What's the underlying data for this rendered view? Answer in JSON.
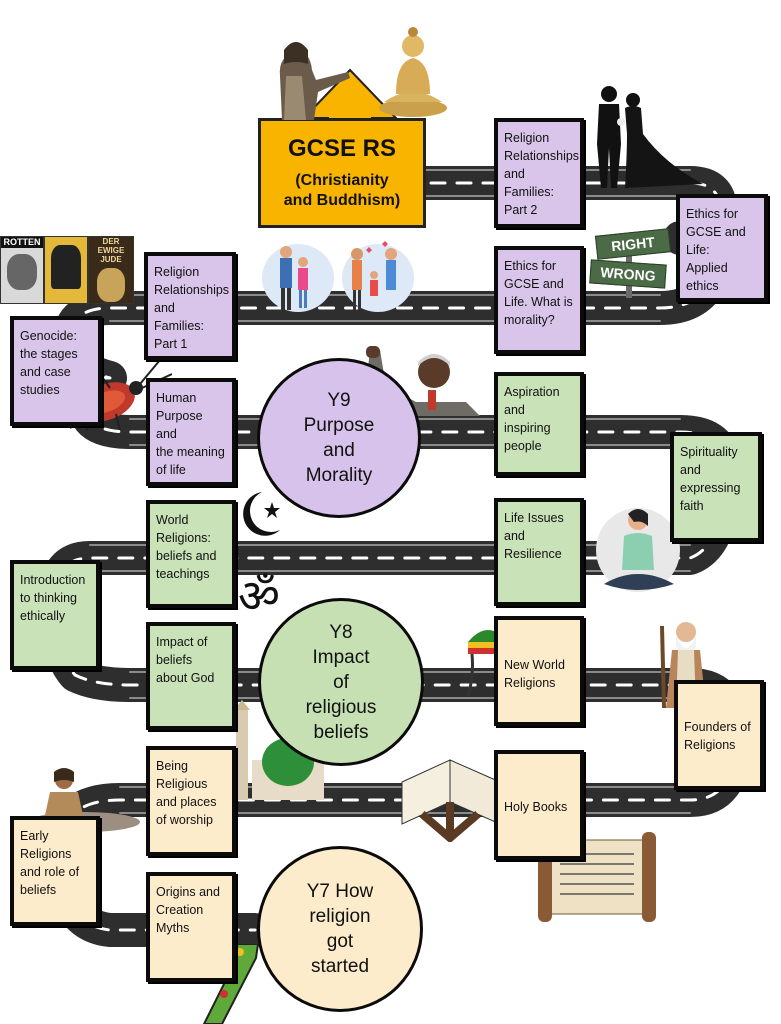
{
  "title": {
    "main": "GCSE RS",
    "sub": "(Christianity\nand Buddhism)"
  },
  "circles": {
    "y9": "Y9\nPurpose\nand\nMorality",
    "y8": "Y8\nImpact\nof\nreligious\nbeliefs",
    "y7": "Y7 How\nreligion\ngot\nstarted"
  },
  "boxes": {
    "rel_fam_2": "Religion\nRelationships\nand Families:\nPart 2",
    "ethics_applied": "Ethics for\nGCSE and\nLife:\nApplied\nethics",
    "rel_fam_1": "Religion\nRelationships\nand Families:\nPart 1",
    "ethics_morality": "Ethics for\nGCSE and\nLife. What is\nmorality?",
    "genocide": "Genocide:\nthe stages\nand case\nstudies",
    "human_purpose": "Human\nPurpose and\nthe meaning\nof life",
    "aspiration": "Aspiration\nand inspiring\npeople",
    "spirituality": "Spirituality\nand\nexpressing\nfaith",
    "world_religions": "World\nReligions:\nbeliefs and\nteachings",
    "life_issues": "Life Issues\nand\nResilience",
    "intro_ethics": "Introduction\nto thinking\nethically",
    "impact_beliefs": "Impact of\nbeliefs\nabout God",
    "new_world": "New World\nReligions",
    "founders": "Founders of\nReligions",
    "being_religious": "Being\nReligious\nand places\nof worship",
    "holy_books": "Holy Books",
    "early_religions": "Early\nReligions\nand role of\nbeliefs",
    "origins": "Origins and\nCreation\nMyths"
  },
  "signs": {
    "right": "RIGHT",
    "wrong": "WRONG"
  },
  "posters": {
    "p1": "ROTTEN",
    "p3": "DER EWIGE\nJUDE"
  },
  "icons": {
    "om": "ॐ"
  },
  "colors": {
    "road": "#3a3a3a",
    "title": "#f9b400",
    "lavender": "#d9c5ea",
    "green": "#c9e2b8",
    "cream": "#fdeccb"
  }
}
